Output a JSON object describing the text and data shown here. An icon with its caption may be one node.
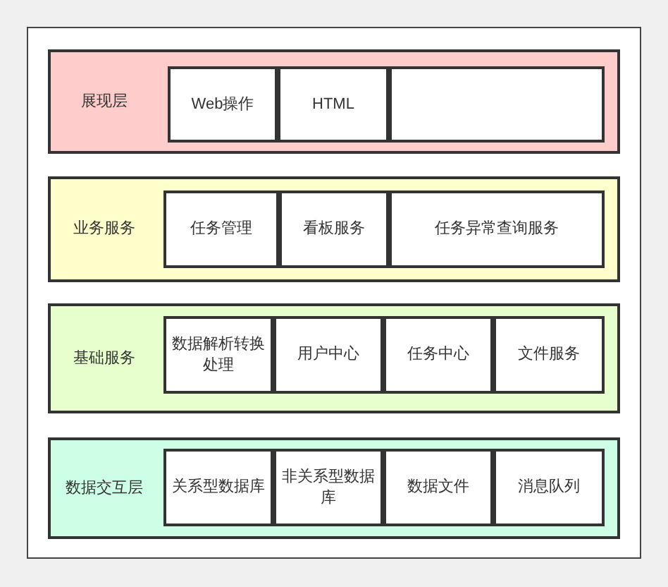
{
  "diagram": {
    "nodes": [
      {
        "text": [],
        "shape": "box"
      },
      {
        "text": [
          "展现层"
        ],
        "in": 0
      },
      {
        "text": [
          "Web操作"
        ],
        "in": 1
      },
      {
        "text": [
          "HTML"
        ],
        "in": 1
      },
      {
        "text": [],
        "shape": "box",
        "in": 1
      },
      {
        "text": [
          "业务服务"
        ],
        "in": 0
      },
      {
        "text": [
          "任务管理"
        ],
        "in": 5
      },
      {
        "text": [
          "看板服务"
        ],
        "in": 5
      },
      {
        "text": [
          "任务异常查询服务"
        ],
        "in": 5
      },
      {
        "text": [
          "基础服务"
        ],
        "in": 0
      },
      {
        "text": [
          "数据解析转换处理"
        ],
        "in": 9
      },
      {
        "text": [
          "用户中心"
        ],
        "in": 9
      },
      {
        "text": [
          "任务中心"
        ],
        "in": 9
      },
      {
        "text": [
          "文件服务"
        ],
        "in": 9
      },
      {
        "text": [
          "数据交互层"
        ],
        "in": 0
      },
      {
        "text": [
          "关系型数据库"
        ],
        "in": 14
      },
      {
        "text": [
          "非关系型数据库"
        ],
        "in": 14
      },
      {
        "text": [
          "数据文件"
        ],
        "in": 14
      },
      {
        "text": [
          "消息队列"
        ],
        "in": 14
      }
    ]
  }
}
